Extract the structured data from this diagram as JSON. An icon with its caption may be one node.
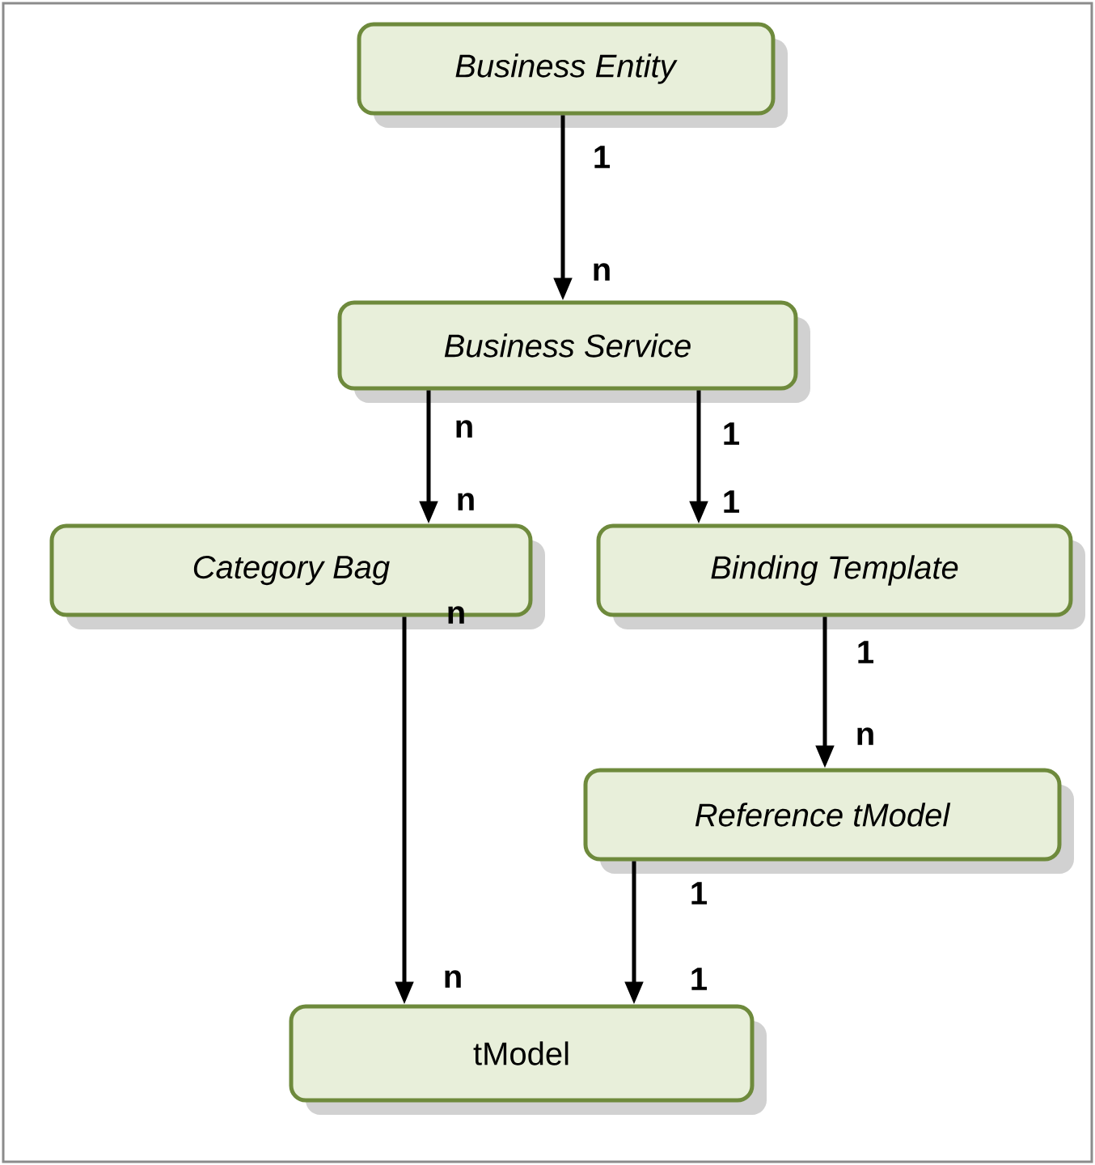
{
  "diagram": {
    "nodes": [
      {
        "text": [
          "*Business Entity*"
        ]
      },
      {
        "text": [
          "*Business Service*"
        ]
      },
      {
        "text": [
          "*Category Bag*"
        ]
      },
      {
        "text": [
          "*Binding Template*"
        ]
      },
      {
        "text": [
          "*Reference tModel*"
        ]
      },
      {
        "text": [
          "tModel"
        ]
      }
    ],
    "edges": [
      {
        "from": 0,
        "to": 1,
        "arrow": "to"
      },
      {
        "from": 1,
        "to": 2,
        "arrow": "to"
      },
      {
        "from": 1,
        "to": 3,
        "arrow": "to"
      },
      {
        "from": 2,
        "to": 5,
        "arrow": "to"
      },
      {
        "from": 3,
        "to": 4,
        "arrow": "to"
      },
      {
        "from": 4,
        "to": 5,
        "arrow": "to"
      }
    ],
    "labels": [
      "1",
      "n",
      "n",
      "1",
      "n",
      "1",
      "n",
      "1",
      "n",
      "1",
      "n",
      "1"
    ]
  }
}
